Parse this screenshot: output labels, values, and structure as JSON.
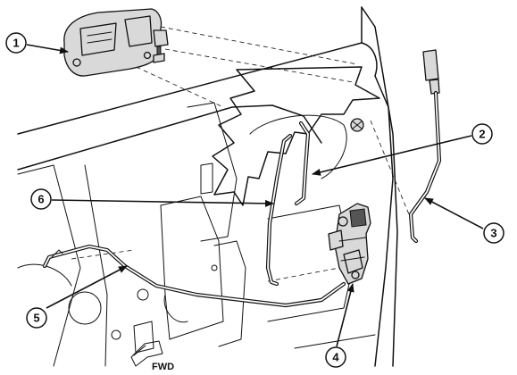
{
  "callouts": [
    "1",
    "2",
    "3",
    "4",
    "5",
    "6"
  ],
  "direction_label": "FWD"
}
